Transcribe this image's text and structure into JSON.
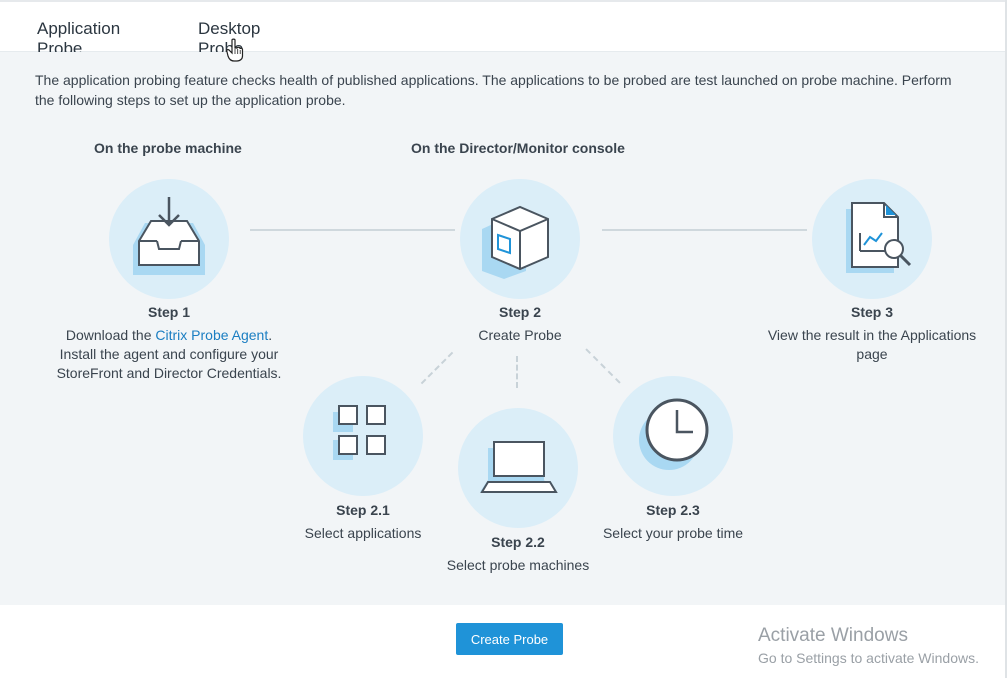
{
  "tabs": {
    "application_probe": "Application Probe",
    "desktop_probe": "Desktop Probe"
  },
  "intro": {
    "line1": "The application probing feature checks health of published applications. The applications to be probed are test launched on probe machine. Perform",
    "line2": "the following steps to set up the application probe."
  },
  "headings": {
    "probe_machine": "On the probe machine",
    "director_console": "On the Director/Monitor console"
  },
  "steps": {
    "s1": {
      "title": "Step 1",
      "pre": "Download the ",
      "link": "Citrix Probe Agent",
      "post": ".",
      "line2": "Install the agent and configure your",
      "line3": "StoreFront and Director Credentials."
    },
    "s2": {
      "title": "Step 2",
      "desc": "Create Probe"
    },
    "s3": {
      "title": "Step 3",
      "line1": "View the result in the Applications",
      "line2": "page"
    },
    "s21": {
      "title": "Step 2.1",
      "desc": "Select applications"
    },
    "s22": {
      "title": "Step 2.2",
      "desc": "Select probe machines"
    },
    "s23": {
      "title": "Step 2.3",
      "desc": "Select your probe time"
    }
  },
  "footer": {
    "create_probe": "Create Probe"
  },
  "watermark": {
    "line1": "Activate Windows",
    "line2": "Go to Settings to activate Windows."
  },
  "icons": [
    "download-tray-icon",
    "box-icon",
    "report-search-icon",
    "grid-icon",
    "laptop-icon",
    "clock-icon",
    "hand-cursor-icon"
  ],
  "colors": {
    "accent": "#1f93d8",
    "link": "#1b7ec2",
    "circle": "#dbeef8",
    "icon_fill": "#a9d8f2"
  }
}
